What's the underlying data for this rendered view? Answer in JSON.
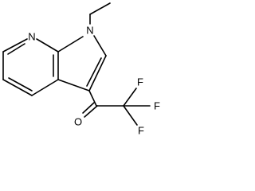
{
  "molecule": {
    "atoms": {
      "pyridine_n": "N",
      "pyrrole_n": "N",
      "carbonyl_o": "O",
      "fluorine_right": "F",
      "fluorine_top": "F",
      "fluorine_bottom": "F"
    }
  },
  "colors": {
    "bond": "#000000",
    "label": "#000000",
    "background": "#ffffff"
  }
}
